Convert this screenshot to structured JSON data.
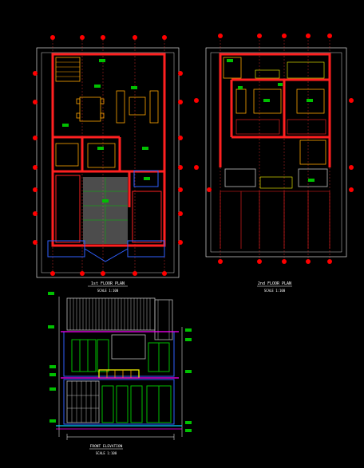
{
  "drawing": {
    "background": "#000000",
    "colors": {
      "wall": "#ff2020",
      "dim": "#ffffff",
      "grid_bubble": "#ff0000",
      "tag": "#00c000",
      "furniture": "#ffa500",
      "yellow": "#ffff00",
      "magenta": "#ff00ff",
      "blue": "#3060ff",
      "cyan": "#00d0ff",
      "grey": "#9a9a9a",
      "gable": "#bbbbbb"
    },
    "sheets": [
      {
        "id": "plan-1",
        "title": "1st FLOOR PLAN",
        "scale": "SCALE 1:100"
      },
      {
        "id": "plan-2",
        "title": "2nd FLOOR PLAN",
        "scale": "SCALE 1:100"
      },
      {
        "id": "elevation",
        "title": "FRONT ELEVATION",
        "scale": "SCALE 1:100"
      }
    ]
  }
}
